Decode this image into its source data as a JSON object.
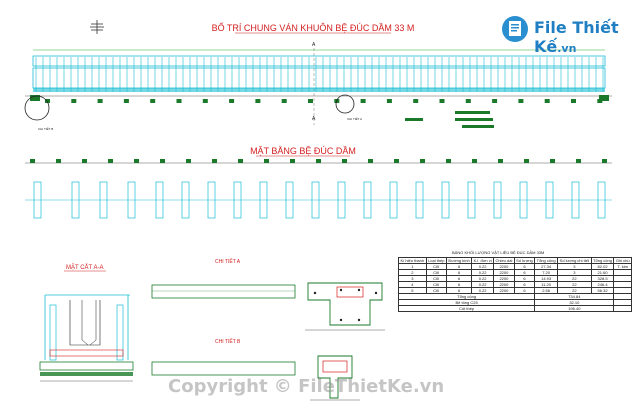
{
  "titles": {
    "main": "BỐ TRÍ CHUNG VÁN KHUÔN BỆ ĐÚC DẦM 33 M",
    "plan": "MẶT BẰNG BỆ ĐÚC DẦM",
    "section": "MẶT CẮT A-A",
    "detail_a": "CHI TIẾT A",
    "detail_b": "CHI TIẾT B",
    "schedule": "BẢNG KHỐI LƯỢNG VẬT LIỆU BỆ ĐÚC DẦM 33M"
  },
  "markers": {
    "section_a_top": "A",
    "section_a_bottom": "A",
    "detail_1": "CHI TIẾT B",
    "detail_2": "CHI TIẾT A"
  },
  "logo": {
    "brand": "File Thiết Kế",
    "tld": ".vn"
  },
  "watermark": "Copyright © FileThietKe.vn",
  "schedule": {
    "headers": [
      "Kí hiệu thanh",
      "Loại thép",
      "Đường kính",
      "K.l. đơn vị",
      "Chiều dài",
      "Số lượng",
      "Tổng cộng",
      "Số lượng chi tiết",
      "Tổng cộng",
      "Ghi chú"
    ],
    "rows": [
      [
        "1",
        "CIII",
        "6",
        "0.22",
        "2200",
        "6",
        "27.34",
        "3",
        "82.02",
        "T. kim"
      ],
      [
        "2",
        "CIII",
        "6",
        "0.22",
        "2200",
        "6",
        "7.20",
        "3",
        "21.60",
        ""
      ],
      [
        "3",
        "CIII",
        "6",
        "0.22",
        "2200",
        "6",
        "14.93",
        "22",
        "328.5",
        ""
      ],
      [
        "4",
        "CIII",
        "6",
        "0.22",
        "2200",
        "6",
        "11.20",
        "22",
        "246.4",
        ""
      ],
      [
        "5",
        "CIII",
        "6",
        "0.22",
        "2200",
        "6",
        "2.56",
        "22",
        "56.32",
        ""
      ]
    ],
    "totals": [
      [
        "Tổng cộng",
        "",
        "",
        "734.84"
      ],
      [
        "Bê tông C25",
        "",
        "",
        "32.10"
      ],
      [
        "Cốt thép",
        "",
        "",
        "196.40"
      ]
    ]
  }
}
